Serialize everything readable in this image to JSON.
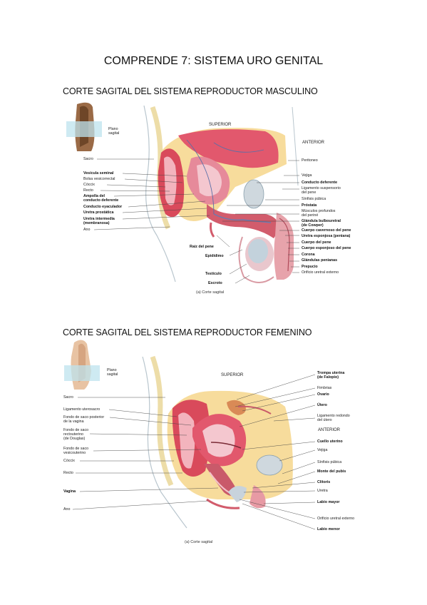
{
  "page_title": "COMPRENDE 7: SISTEMA URO GENITAL",
  "male": {
    "heading": "CORTE SAGITAL DEL SISTEMA REPRODUCTOR MASCULINO",
    "inset_label": "Plano\nsagital",
    "superior": "SUPERIOR",
    "anterior": "ANTERIOR",
    "caption": "(a) Corte sagital",
    "left_labels": [
      {
        "text": "Sacro",
        "bold": false
      },
      {
        "text": "Vesícula seminal",
        "bold": true
      },
      {
        "text": "Bolsa vesicorrectal",
        "bold": false
      },
      {
        "text": "Cóccix",
        "bold": false
      },
      {
        "text": "Recto",
        "bold": false
      },
      {
        "text": "Ampolla del\nconducto deferente",
        "bold": true
      },
      {
        "text": "Conducto eyaculador",
        "bold": true
      },
      {
        "text": "Uretra prostática",
        "bold": true
      },
      {
        "text": "Uretra intermedia\n(membranosa)",
        "bold": true
      },
      {
        "text": "Ano",
        "bold": false
      }
    ],
    "right_labels": [
      {
        "text": "Peritoneo",
        "bold": false
      },
      {
        "text": "Vejiga",
        "bold": false
      },
      {
        "text": "Conducto deferente",
        "bold": true
      },
      {
        "text": "Ligamento suspensorio\ndel pene",
        "bold": false
      },
      {
        "text": "Sínfisis púbica",
        "bold": false
      },
      {
        "text": "Próstata",
        "bold": true
      },
      {
        "text": "Músculos profundos\ndel periné",
        "bold": false
      },
      {
        "text": "Glándula bulbouretral\n(de Cowper)",
        "bold": true
      },
      {
        "text": "Cuerpo cavernoso del pene",
        "bold": true
      },
      {
        "text": "Uretra esponjosa (peniana)",
        "bold": true
      },
      {
        "text": "Cuerpo del pene",
        "bold": true
      },
      {
        "text": "Cuerpo esponjoso del pene",
        "bold": true
      },
      {
        "text": "Corona",
        "bold": true
      },
      {
        "text": "Glándulas penianas",
        "bold": true
      },
      {
        "text": "Prepucio",
        "bold": true
      },
      {
        "text": "Orificio uretral externo",
        "bold": false
      }
    ],
    "bottom_labels": [
      {
        "text": "Raíz del pene",
        "bold": true
      },
      {
        "text": "Epidídimo",
        "bold": true
      },
      {
        "text": "Testículo",
        "bold": true
      },
      {
        "text": "Escroto",
        "bold": true
      }
    ]
  },
  "female": {
    "heading": "CORTE SAGITAL DEL SISTEMA REPRODUCTOR FEMENINO",
    "inset_label": "Plano\nsagital",
    "superior": "SUPERIOR",
    "anterior": "ANTERIOR",
    "caption": "(a) Corte sagital",
    "left_labels": [
      {
        "text": "Sacro",
        "bold": false
      },
      {
        "text": "Ligamento uterosacro",
        "bold": false
      },
      {
        "text": "Fondo de saco posterior\nde la vagina",
        "bold": false
      },
      {
        "text": "Fondo de saco\nrectouterino\n(de Douglas)",
        "bold": false
      },
      {
        "text": "Fondo de saco\nvesicouterino",
        "bold": false
      },
      {
        "text": "Cóccix",
        "bold": false
      },
      {
        "text": "Recto",
        "bold": false
      },
      {
        "text": "Vagina",
        "bold": true
      },
      {
        "text": "Ano",
        "bold": false
      }
    ],
    "right_labels": [
      {
        "text": "Trompa uterina\n(de Falopio)",
        "bold": true
      },
      {
        "text": "Fimbrias",
        "bold": false
      },
      {
        "text": "Ovario",
        "bold": true
      },
      {
        "text": "Útero",
        "bold": true
      },
      {
        "text": "Ligamento redondo\ndel útero",
        "bold": false
      },
      {
        "text": "Cuello uterino",
        "bold": true
      },
      {
        "text": "Vejiga",
        "bold": false
      },
      {
        "text": "Sínfisis púbica",
        "bold": false
      },
      {
        "text": "Monte del pubis",
        "bold": true
      },
      {
        "text": "Clítoris",
        "bold": true
      },
      {
        "text": "Uretra",
        "bold": false
      },
      {
        "text": "Labio mayor",
        "bold": true
      },
      {
        "text": "Orificio uretral externo",
        "bold": false
      },
      {
        "text": "Labio menor",
        "bold": true
      }
    ]
  }
}
